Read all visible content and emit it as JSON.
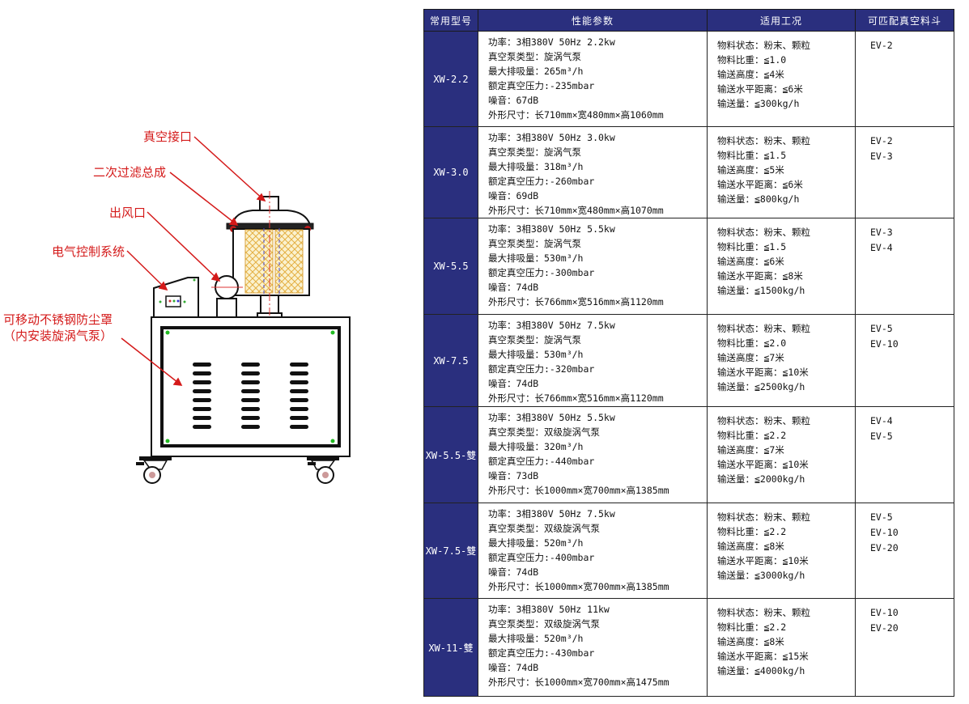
{
  "labels": {
    "vacuum_port": "真空接口",
    "secondary_filter": "二次过滤总成",
    "air_outlet": "出风口",
    "electric_control": "电气控制系统",
    "cover_line1": "可移动不锈钢防尘罩",
    "cover_line2": "（内安装旋涡气泵）"
  },
  "table": {
    "headers": [
      "常用型号",
      "性能参数",
      "适用工况",
      "可匹配真空料斗"
    ],
    "rows": [
      {
        "model": "XW-2.2",
        "params": [
          "功率：3相380V 50Hz 2.2kw",
          "真空泵类型：旋涡气泵",
          "最大排吸量：265m³/h",
          "额定真空压力:-235mbar",
          "噪音：67dB",
          "外形尺寸：长710mm×宽480mm×高1060mm"
        ],
        "conditions": [
          "物料状态：粉末、颗粒",
          "物料比重：≦1.0",
          "输送高度：≦4米",
          "输送水平距离：≦6米",
          "输送量：≦300kg/h"
        ],
        "hoppers": [
          "EV-2"
        ]
      },
      {
        "model": "XW-3.0",
        "params": [
          "功率：3相380V 50Hz 3.0kw",
          "真空泵类型：旋涡气泵",
          "最大排吸量：318m³/h",
          "额定真空压力:-260mbar",
          "噪音：69dB",
          "外形尺寸：长710mm×宽480mm×高1070mm"
        ],
        "conditions": [
          "物料状态：粉末、颗粒",
          "物料比重：≦1.5",
          "输送高度：≦5米",
          "输送水平距离：≦6米",
          "输送量：≦800kg/h"
        ],
        "hoppers": [
          "EV-2",
          "EV-3"
        ]
      },
      {
        "model": "XW-5.5",
        "params": [
          "功率：3相380V 50Hz 5.5kw",
          "真空泵类型：旋涡气泵",
          "最大排吸量：530m³/h",
          "额定真空压力:-300mbar",
          "噪音：74dB",
          "外形尺寸：长766mm×宽516mm×高1120mm"
        ],
        "conditions": [
          "物料状态：粉末、颗粒",
          "物料比重：≦1.5",
          "输送高度：≦6米",
          "输送水平距离：≦8米",
          "输送量：≦1500kg/h"
        ],
        "hoppers": [
          "EV-3",
          "EV-4"
        ]
      },
      {
        "model": "XW-7.5",
        "params": [
          "功率：3相380V 50Hz 7.5kw",
          "真空泵类型：旋涡气泵",
          "最大排吸量：530m³/h",
          "额定真空压力:-320mbar",
          "噪音：74dB",
          "外形尺寸：长766mm×宽516mm×高1120mm"
        ],
        "conditions": [
          "物料状态：粉末、颗粒",
          "物料比重：≦2.0",
          "输送高度：≦7米",
          "输送水平距离：≦10米",
          "输送量：≦2500kg/h"
        ],
        "hoppers": [
          "EV-5",
          "EV-10"
        ]
      },
      {
        "model": "XW-5.5-雙",
        "params": [
          "功率：3相380V 50Hz 5.5kw",
          "真空泵类型：双级旋涡气泵",
          "最大排吸量：320m³/h",
          "额定真空压力:-440mbar",
          "噪音：73dB",
          "外形尺寸：长1000mm×宽700mm×高1385mm"
        ],
        "conditions": [
          "物料状态：粉末、颗粒",
          "物料比重：≦2.2",
          "输送高度：≦7米",
          "输送水平距离：≦10米",
          "输送量：≦2000kg/h"
        ],
        "hoppers": [
          "EV-4",
          "EV-5"
        ]
      },
      {
        "model": "XW-7.5-雙",
        "params": [
          "功率：3相380V 50Hz 7.5kw",
          "真空泵类型：双级旋涡气泵",
          "最大排吸量：520m³/h",
          "额定真空压力:-400mbar",
          "噪音：74dB",
          "外形尺寸：长1000mm×宽700mm×高1385mm"
        ],
        "conditions": [
          "物料状态：粉末、颗粒",
          "物料比重：≦2.2",
          "输送高度：≦8米",
          "输送水平距离：≦10米",
          "输送量：≦3000kg/h"
        ],
        "hoppers": [
          "EV-5",
          "EV-10",
          "EV-20"
        ]
      },
      {
        "model": "XW-11-雙",
        "params": [
          "功率：3相380V 50Hz 11kw",
          "真空泵类型：双级旋涡气泵",
          "最大排吸量：520m³/h",
          "额定真空压力:-430mbar",
          "噪音：74dB",
          "外形尺寸：长1000mm×宽700mm×高1475mm"
        ],
        "conditions": [
          "物料状态：粉末、颗粒",
          "物料比重：≦2.2",
          "输送高度：≦8米",
          "输送水平距离：≦15米",
          "输送量：≦4000kg/h"
        ],
        "hoppers": [
          "EV-10",
          "EV-20"
        ]
      }
    ]
  }
}
